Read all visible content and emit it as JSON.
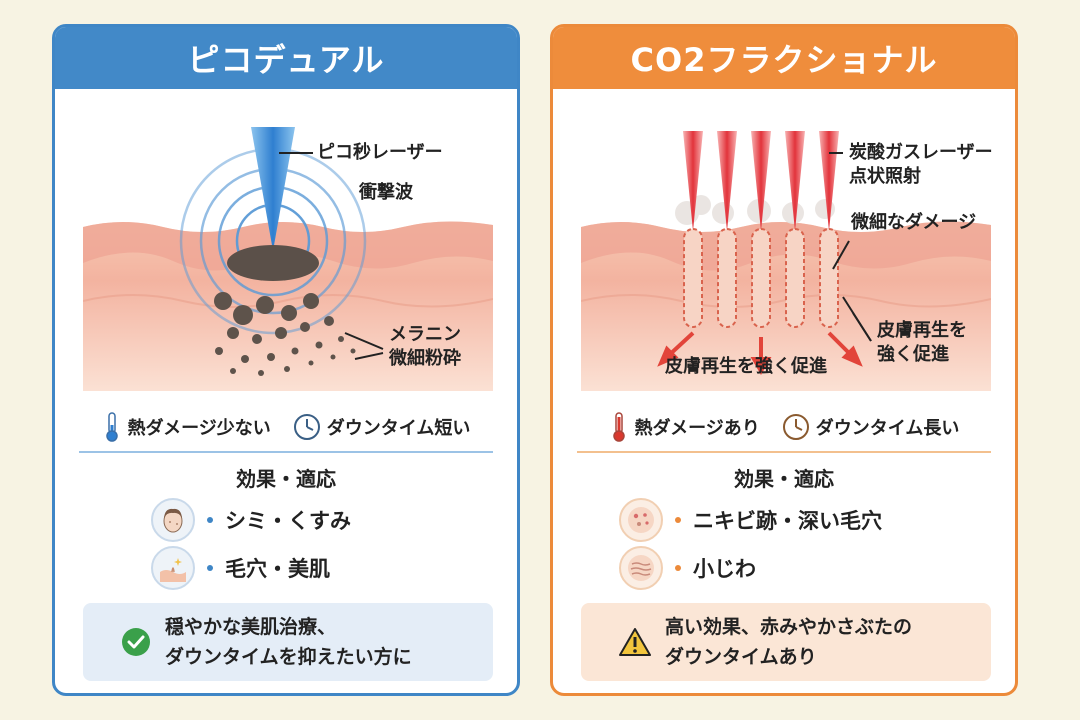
{
  "left": {
    "title": "ピコデュアル",
    "labels": {
      "laser": "ピコ秒レーザー",
      "shockwave": "衝撃波",
      "melanin_line1": "メラニン",
      "melanin_line2": "微細粉砕"
    },
    "meta": [
      {
        "icon": "thermometer-low-icon",
        "text": "熱ダメージ少ない"
      },
      {
        "icon": "clock-icon",
        "text": "ダウンタイム短い"
      }
    ],
    "effects_title": "効果・適応",
    "effects": [
      {
        "icon": "face-spots-icon",
        "text": "シミ・くすみ"
      },
      {
        "icon": "pore-skin-icon",
        "text": "毛穴・美肌"
      }
    ],
    "note_icon": "check-circle-icon",
    "note_line1": "穏やかな美肌治療、",
    "note_line2": "ダウンタイムを抑えたい方に",
    "accent": "#4289c8"
  },
  "right": {
    "title": "CO2フラクショナル",
    "labels": {
      "laser_line1": "炭酸ガスレーザー",
      "laser_line2": "点状照射",
      "damage": "微細なダメージ",
      "regen_side_line1": "皮膚再生を",
      "regen_side_line2": "強く促進",
      "regen_bottom": "皮膚再生を強く促進"
    },
    "meta": [
      {
        "icon": "thermometer-high-icon",
        "text": "熱ダメージあり"
      },
      {
        "icon": "clock-icon",
        "text": "ダウンタイム長い"
      }
    ],
    "effects_title": "効果・適応",
    "effects": [
      {
        "icon": "acne-scar-icon",
        "text": "ニキビ跡・深い毛穴"
      },
      {
        "icon": "wrinkle-icon",
        "text": "小じわ"
      }
    ],
    "note_icon": "warning-icon",
    "note_line1": "高い効果、赤みやかさぶたの",
    "note_line2": "ダウンタイムあり",
    "accent": "#ef8d3c"
  }
}
